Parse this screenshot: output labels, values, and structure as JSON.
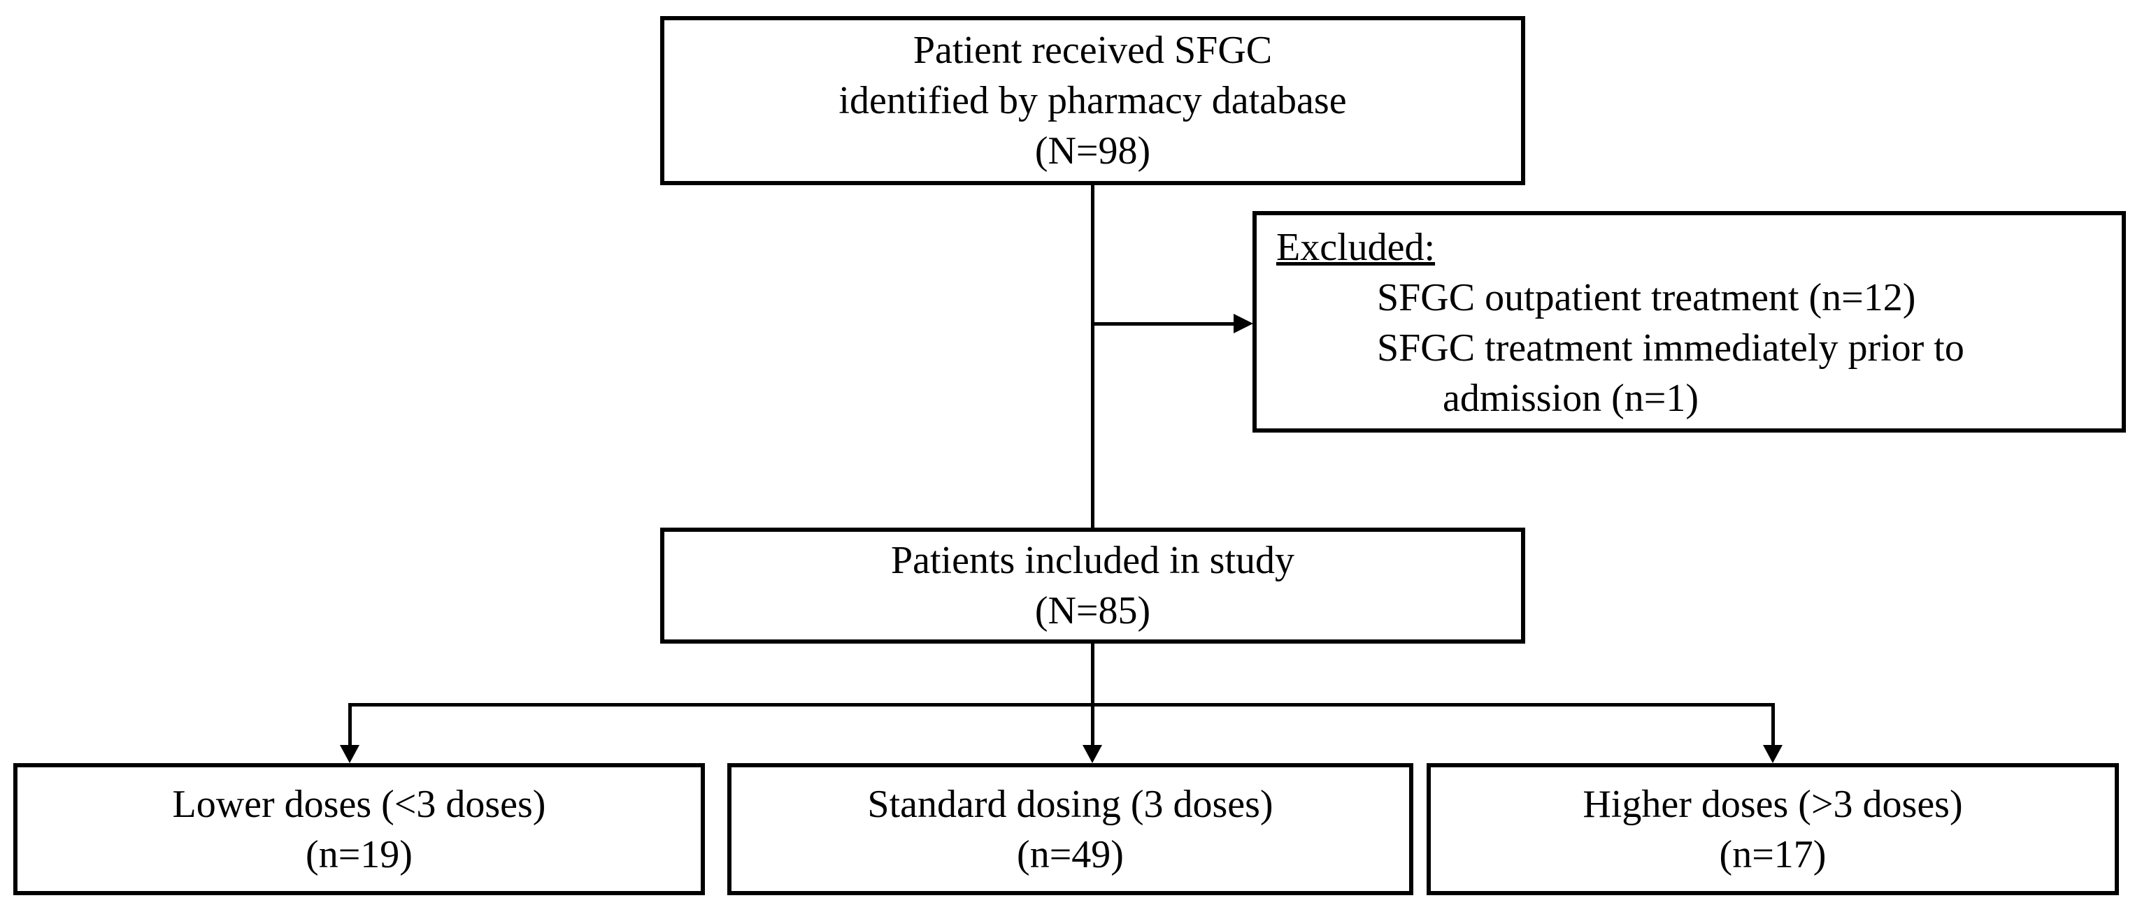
{
  "flowchart": {
    "background_color": "#ffffff",
    "line_color": "#000000",
    "text_color": "#000000",
    "nodes": {
      "source": {
        "lines": [
          "Patient received SFGC",
          "identified by pharmacy database",
          "(N=98)"
        ]
      },
      "excluded": {
        "heading": "Excluded:",
        "items": [
          "SFGC outpatient treatment (n=12)",
          "SFGC treatment immediately prior to admission (n=1)"
        ]
      },
      "included": {
        "lines": [
          "Patients included in study",
          "(N=85)"
        ]
      },
      "lower": {
        "lines": [
          "Lower doses (<3 doses)",
          "(n=19)"
        ]
      },
      "standard": {
        "lines": [
          "Standard dosing (3 doses)",
          "(n=49)"
        ]
      },
      "higher": {
        "lines": [
          "Higher doses (>3 doses)",
          "(n=17)"
        ]
      }
    }
  }
}
